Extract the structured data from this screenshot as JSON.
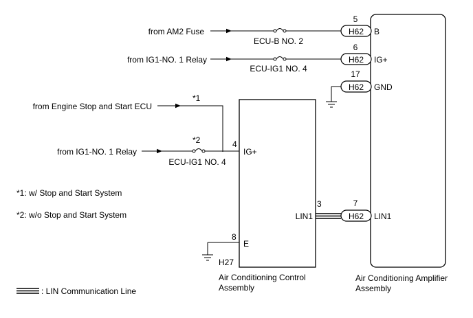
{
  "sources": {
    "am2": "from AM2 Fuse",
    "ig1_top": "from IG1-NO. 1 Relay",
    "engine_ecu": "from Engine Stop and Start ECU",
    "ig1_bottom": "from IG1-NO. 1 Relay"
  },
  "fuses": {
    "ecub": "ECU-B NO. 2",
    "ig1_top": "ECU-IG1 NO. 4",
    "ig1_bottom": "ECU-IG1 NO. 4"
  },
  "amplifier": {
    "name_line1": "Air Conditioning Amplifier",
    "name_line2": "Assembly",
    "pins": [
      {
        "number": "5",
        "connector": "H62",
        "label": "B"
      },
      {
        "number": "6",
        "connector": "H62",
        "label": "IG+"
      },
      {
        "number": "17",
        "connector": "H62",
        "label": "GND"
      },
      {
        "number": "7",
        "connector": "H62",
        "label": "LIN1"
      }
    ]
  },
  "control": {
    "name_line1": "Air Conditioning Control",
    "name_line2": "Assembly",
    "connector": "H27",
    "pins": [
      {
        "number": "4",
        "label": "IG+"
      },
      {
        "number": "3",
        "label": "LIN1"
      },
      {
        "number": "8",
        "label": "E"
      }
    ]
  },
  "marks": {
    "star1": "*1",
    "star2": "*2"
  },
  "notes": [
    "*1: w/ Stop and Start System",
    "*2: w/o Stop and Start System"
  ],
  "legend": {
    "lin_line": ": LIN Communication Line"
  }
}
